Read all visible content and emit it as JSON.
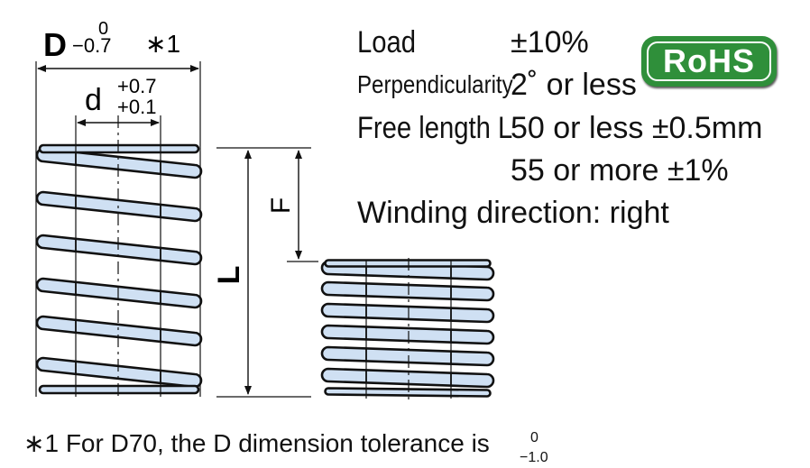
{
  "header": {
    "dia_D": "D",
    "dia_D_tol_upper": "0",
    "dia_D_tol_lower": "−0.7",
    "dia_D_note": "∗1",
    "dia_d": "d",
    "dia_d_tol_upper": "+0.7",
    "dia_d_tol_lower": "+0.1",
    "label_F": "F",
    "label_L": "L"
  },
  "specs": [
    {
      "label": "Load",
      "value": "±10%"
    },
    {
      "label": "Perpendicularity",
      "value": "2˚ or less"
    },
    {
      "label": "Free length L",
      "value": "50 or less ±0.5mm"
    },
    {
      "label": "",
      "value": "55 or more ±1%"
    }
  ],
  "winding": "Winding direction: right",
  "badge": {
    "text": "RoHS",
    "color": "#2f8f3a"
  },
  "footnote": {
    "text": "∗1 For D70, the D dimension tolerance is",
    "tol_upper": "0",
    "tol_lower": "−1.0"
  },
  "colors": {
    "coil_fill": "#cfe0f3",
    "line": "#111111"
  }
}
